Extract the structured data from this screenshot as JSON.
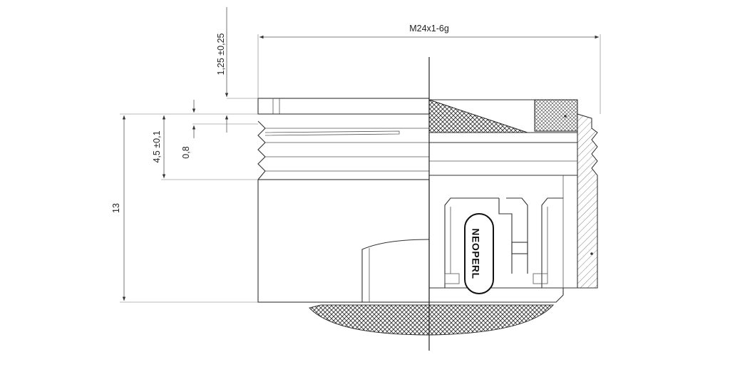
{
  "drawing": {
    "brand": "NEOPERL",
    "dimensions": {
      "thread": "M24x1-6g",
      "top_offset": "1,25 ±0,25",
      "thread_length": "4,5 ±0,1",
      "chamfer": "0,8",
      "overall_height": "13"
    }
  }
}
